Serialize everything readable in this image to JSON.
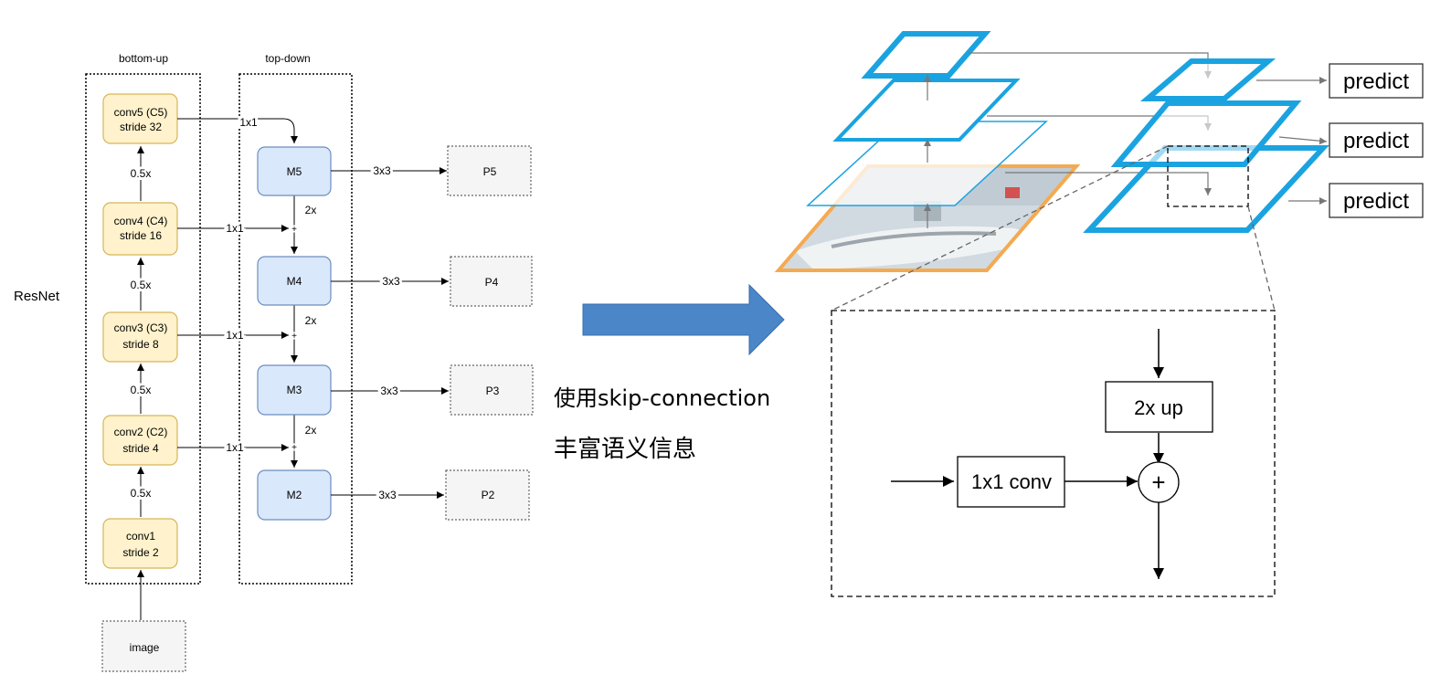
{
  "resnet_label": "ResNet",
  "bottom_up": {
    "title": "bottom-up",
    "stages": [
      {
        "line1": "conv5 (C5)",
        "line2": "stride 32"
      },
      {
        "line1": "conv4 (C4)",
        "line2": "stride 16"
      },
      {
        "line1": "conv3 (C3)",
        "line2": "stride 8"
      },
      {
        "line1": "conv2 (C2)",
        "line2": "stride 4"
      },
      {
        "line1": "conv1",
        "line2": "stride 2"
      }
    ],
    "downsample_labels": [
      "0.5x",
      "0.5x",
      "0.5x",
      "0.5x"
    ],
    "input": "image"
  },
  "top_down": {
    "title": "top-down",
    "nodes": [
      "M5",
      "M4",
      "M3",
      "M2"
    ],
    "lateral_labels": [
      "1x1",
      "1x1",
      "1x1",
      "1x1"
    ],
    "upsample_labels": [
      "2x",
      "2x",
      "2x"
    ],
    "merge_symbol": "+"
  },
  "outputs": {
    "conv_labels": [
      "3x3",
      "3x3",
      "3x3",
      "3x3"
    ],
    "nodes": [
      "P5",
      "P4",
      "P3",
      "P2"
    ]
  },
  "caption": {
    "line1": "使用skip-connection",
    "line2": "丰富语义信息"
  },
  "fpn": {
    "predict_labels": [
      "predict",
      "predict",
      "predict"
    ]
  },
  "detail": {
    "upsample": "2x up",
    "lateral": "1x1 conv",
    "merge": "+"
  },
  "colors": {
    "yellow_fill": "#fff2cc",
    "yellow_stroke": "#d6b656",
    "blue_fill": "#dae8fc",
    "blue_stroke": "#6c8ebf",
    "gray_fill": "#f5f5f5",
    "gray_stroke": "#666666",
    "arrow_blue": "#4a86c8",
    "layer_blue": "#1aa3e0",
    "layer_orange": "#f39c32"
  }
}
